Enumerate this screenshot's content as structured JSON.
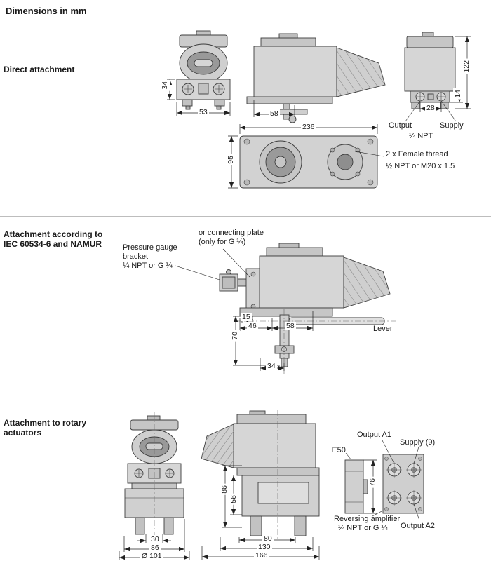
{
  "page": {
    "title": "Dimensions in mm"
  },
  "colors": {
    "ink": "#1a1a1a",
    "drawing_fill": "#d6d6d6",
    "drawing_stroke": "#3c3c3c",
    "divider": "#bdbdbd"
  },
  "s1": {
    "heading": "Direct attachment",
    "dims": {
      "front_height": "34",
      "front_width": "53",
      "side_width": "58",
      "back_height": "122",
      "back_block": "14",
      "port_spacing": "28",
      "top_width": "236",
      "top_depth": "95"
    },
    "labels": {
      "output": "Output",
      "npt": "¼ NPT",
      "supply": "Supply",
      "thread": [
        "2 x Female thread",
        "½ NPT or M20 x 1.5"
      ]
    }
  },
  "s2": {
    "heading": [
      "Attachment according to",
      "IEC 60534-6 and NAMUR"
    ],
    "dims": {
      "d70": "70",
      "d15": "15",
      "d46": "46",
      "d58": "58",
      "d34": "34"
    },
    "labels": {
      "gauge": [
        "Pressure gauge",
        "bracket",
        "¼ NPT or G ¼"
      ],
      "plate": [
        "or connecting plate",
        "(only for G ¼)"
      ],
      "lever": "Lever"
    }
  },
  "s3": {
    "heading": [
      "Attachment to rotary",
      "actuators"
    ],
    "dims": {
      "d30": "30",
      "d86_front": "86",
      "d101": "Ø 101",
      "d86_side": "86",
      "d56": "56",
      "d80": "80",
      "d130": "130",
      "d166": "166",
      "d50": "□50",
      "d76": "76"
    },
    "labels": {
      "output_a1": "Output A1",
      "supply9": "Supply (9)",
      "rev": [
        "Reversing amplifier",
        "¼ NPT or G ¼"
      ],
      "output_a2": "Output A2"
    }
  }
}
